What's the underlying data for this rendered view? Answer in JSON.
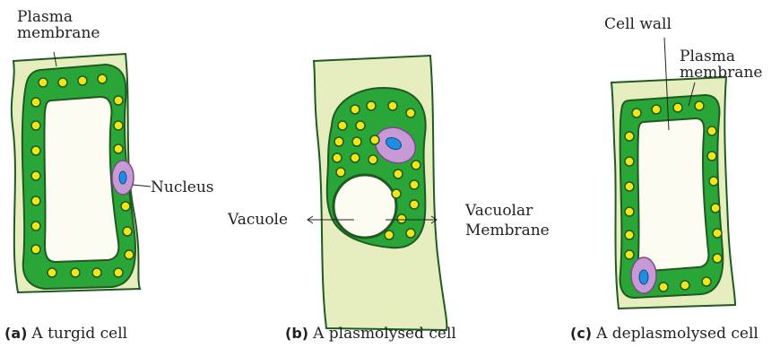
{
  "labels": {
    "plasma_membrane_a": [
      "Plasma",
      "membrane"
    ],
    "nucleus": "Nucleus",
    "vacuole": "Vacuole",
    "vacuolar_membrane": [
      "Vacuolar",
      "Membrane"
    ],
    "cell_wall": "Cell wall",
    "plasma_membrane_c": [
      "Plasma",
      "membrane"
    ]
  },
  "captions": [
    {
      "tag": "(a)",
      "text": "A turgid cell"
    },
    {
      "tag": "(b)",
      "text": "A plasmolysed cell"
    },
    {
      "tag": "(c)",
      "text": "A deplasmolysed cell"
    }
  ],
  "colors": {
    "cell_wall_fill": "#e6eec0",
    "cytoplasm": "#2aa538",
    "outline": "#1f5a22",
    "vacuole": "#fdfcf2",
    "chloroplast": "#f3e51a",
    "nucleus_fill": "#c79ad6",
    "nucleolus": "#1f8ee0"
  }
}
